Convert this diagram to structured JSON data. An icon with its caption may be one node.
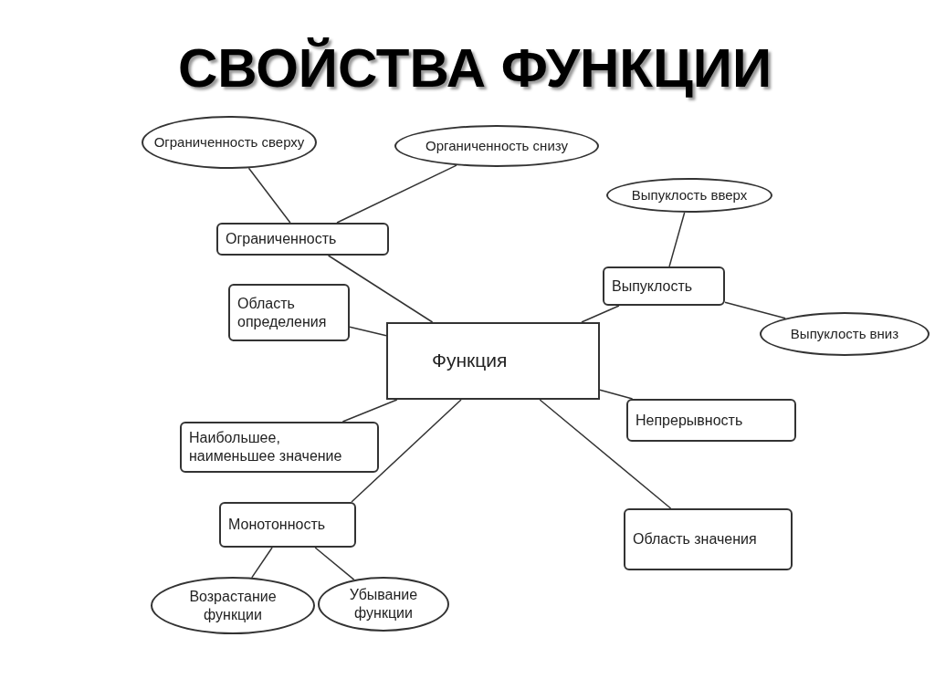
{
  "diagram": {
    "title": "СВОЙСТВА ФУНКЦИИ",
    "nodes": [
      {
        "text": [
          "Функция"
        ]
      },
      {
        "text": [
          "Ограниченность"
        ]
      },
      {
        "text": [
          "Ограниченность сверху"
        ]
      },
      {
        "text": [
          "Органиченность снизу"
        ]
      },
      {
        "text": [
          "Область определения"
        ]
      },
      {
        "text": [
          "Наибольшее, наименьшее значение"
        ]
      },
      {
        "text": [
          "Монотонность"
        ]
      },
      {
        "text": [
          "Возрастание функции"
        ]
      },
      {
        "text": [
          "Убывание функции"
        ]
      },
      {
        "text": [
          "Выпуклость"
        ]
      },
      {
        "text": [
          "Выпуклость вверх"
        ]
      },
      {
        "text": [
          "Выпуклость вниз"
        ]
      },
      {
        "text": [
          "Непрерывность"
        ]
      },
      {
        "text": [
          "Область значения"
        ]
      }
    ],
    "edges": [
      {
        "from": 0,
        "to": 1,
        "arrow": "none"
      },
      {
        "from": 1,
        "to": 2,
        "arrow": "none"
      },
      {
        "from": 1,
        "to": 3,
        "arrow": "none"
      },
      {
        "from": 0,
        "to": 4,
        "arrow": "none"
      },
      {
        "from": 0,
        "to": 5,
        "arrow": "none"
      },
      {
        "from": 0,
        "to": 6,
        "arrow": "none"
      },
      {
        "from": 6,
        "to": 7,
        "arrow": "none"
      },
      {
        "from": 6,
        "to": 8,
        "arrow": "none"
      },
      {
        "from": 0,
        "to": 9,
        "arrow": "none"
      },
      {
        "from": 9,
        "to": 10,
        "arrow": "none"
      },
      {
        "from": 9,
        "to": 11,
        "arrow": "none"
      },
      {
        "from": 0,
        "to": 12,
        "arrow": "none"
      },
      {
        "from": 0,
        "to": 13,
        "arrow": "none"
      }
    ]
  }
}
